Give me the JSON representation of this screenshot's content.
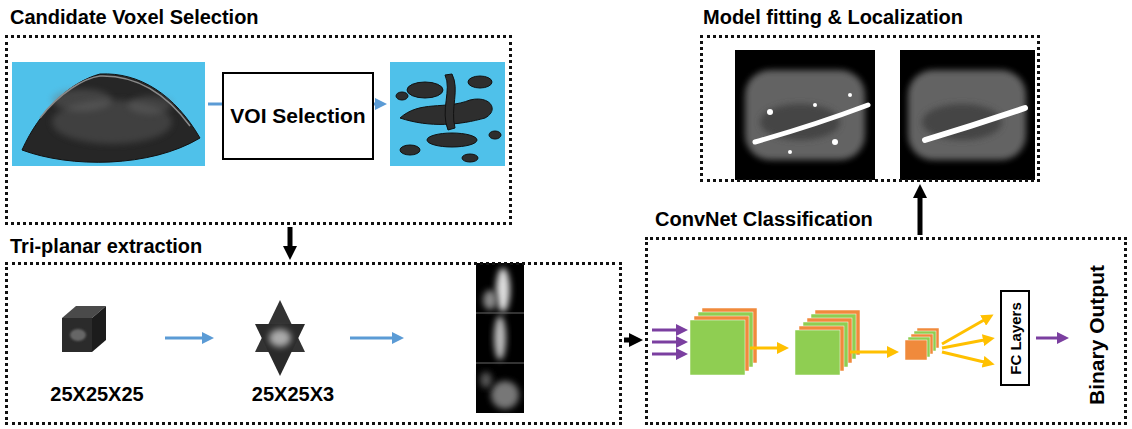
{
  "diagram": {
    "nodes": [
      {
        "text": [
          "Candidate Voxel Selection"
        ]
      },
      {
        "text": [
          "VOI Selection"
        ],
        "in": 0
      },
      {
        "text": [
          "Model fitting & Localization"
        ]
      },
      {
        "text": [
          "Tri-planar extraction"
        ]
      },
      {
        "text": [
          "ConvNet Classification"
        ]
      },
      {
        "text": [
          "FC Layers"
        ],
        "in": 4
      }
    ],
    "edges": [
      {
        "from": 0,
        "to": 3,
        "arrow": "to"
      },
      {
        "from": 3,
        "to": 4,
        "arrow": "to"
      },
      {
        "from": 4,
        "to": 2,
        "arrow": "to"
      }
    ],
    "labels": [
      "25X25X25",
      "25X25X3",
      "Binary Output"
    ]
  }
}
